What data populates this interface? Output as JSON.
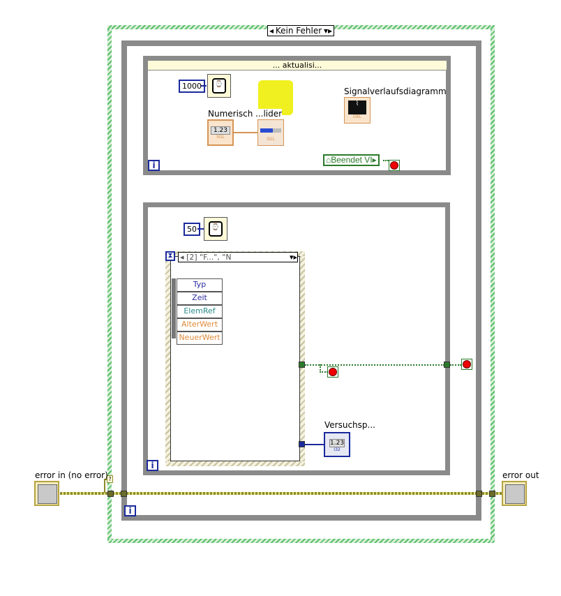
{
  "case_selector": {
    "value": "Kein Fehler"
  },
  "top_loop": {
    "title": "... aktualisi...",
    "wait_ms": "1000",
    "numeric_label": "Numerisch",
    "numeric_value": "1.23",
    "numeric_type": "SGL",
    "slider_label": "...lider",
    "slider_type": "SGL",
    "chart_label": "Signalverlaufsdiagramm",
    "chart_type": "DBL",
    "property_label": "Beendet VI",
    "iteration": "i"
  },
  "bottom_loop": {
    "wait_ms": "50",
    "event_selector": "[2] \"F...\", \"N",
    "event_fields": [
      {
        "label": "Typ",
        "color": "#2a2aa0"
      },
      {
        "label": "Zeit",
        "color": "#2a2aa0"
      },
      {
        "label": "ElemRef",
        "color": "#2a8a8a"
      },
      {
        "label": "AlterWert",
        "color": "#e08a3a"
      },
      {
        "label": "NeuerWert",
        "color": "#e08a3a"
      }
    ],
    "indicator_label": "Versuchsp...",
    "indicator_value": "1.23",
    "indicator_type": "I32",
    "iteration": "i"
  },
  "outer_loop": {
    "iteration": "i"
  },
  "error_in": {
    "label": "error in (no error)"
  },
  "error_out": {
    "label": "error out"
  },
  "colors": {
    "case_border": "#5dbf6a",
    "loop_border": "#8a8a8a",
    "error_wire": "#8c8c2a",
    "bool_wire": "#2a7a2a"
  }
}
